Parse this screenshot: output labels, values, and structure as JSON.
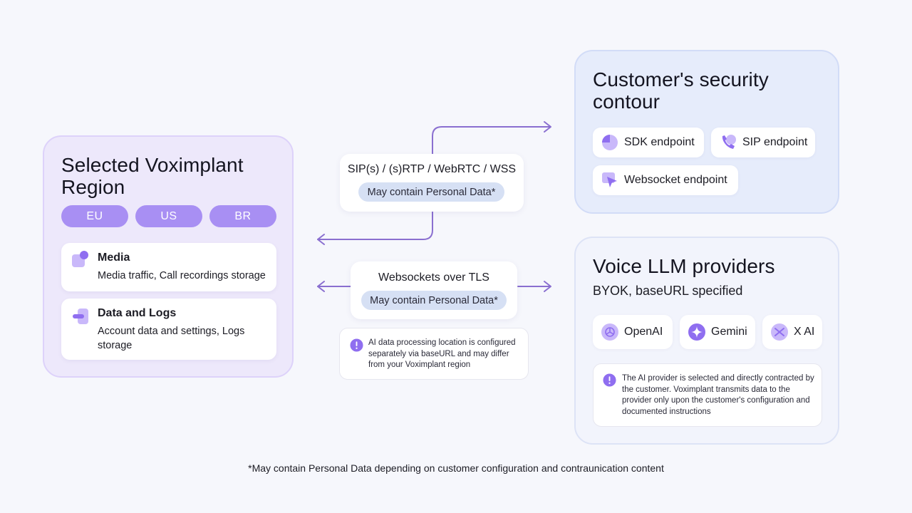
{
  "region": {
    "title": "Selected Voximplant Region",
    "pills": [
      "EU",
      "US",
      "BR"
    ],
    "media": {
      "title": "Media",
      "text": "Media traffic, Call recordings storage"
    },
    "data_logs": {
      "title": "Data and Logs",
      "text": "Account data and settings, Logs storage"
    }
  },
  "connection_top": {
    "title": "SIP(s) / (s)RTP / WebRTC / WSS",
    "badge": "May contain Personal Data*"
  },
  "connection_mid": {
    "title": "Websockets over TLS",
    "badge": "May contain Personal Data*"
  },
  "ai_note": {
    "text": "AI data processing location is configured separately via baseURL and may differ from your Voximplant region"
  },
  "security": {
    "title": "Customer's security contour",
    "endpoints": [
      "SDK endpoint",
      "SIP endpoint",
      "Websocket endpoint"
    ]
  },
  "llm": {
    "title": "Voice LLM providers",
    "subtitle": "BYOK, baseURL specified",
    "providers": [
      "OpenAI",
      "Gemini",
      "X AI"
    ],
    "note": "The AI provider is selected and directly contracted by the customer. Voximplant transmits data to the provider only upon the customer's configuration and documented instructions"
  },
  "footnote": "*May contain Personal Data depending on customer configuration and contraunication content",
  "colors": {
    "accent": "#a88ff3",
    "arrow": "#8a6fd0",
    "badge_bg": "#d6e0f4",
    "icon_purple": "#8f6ef0"
  },
  "icons": {
    "media": "media-icon",
    "data_logs": "data-logs-icon",
    "sdk": "sdk-endpoint-icon",
    "sip": "phone-icon",
    "websocket": "cursor-icon",
    "openai": "openai-icon",
    "gemini": "gemini-icon",
    "xai": "xai-icon",
    "info": "info-icon"
  }
}
